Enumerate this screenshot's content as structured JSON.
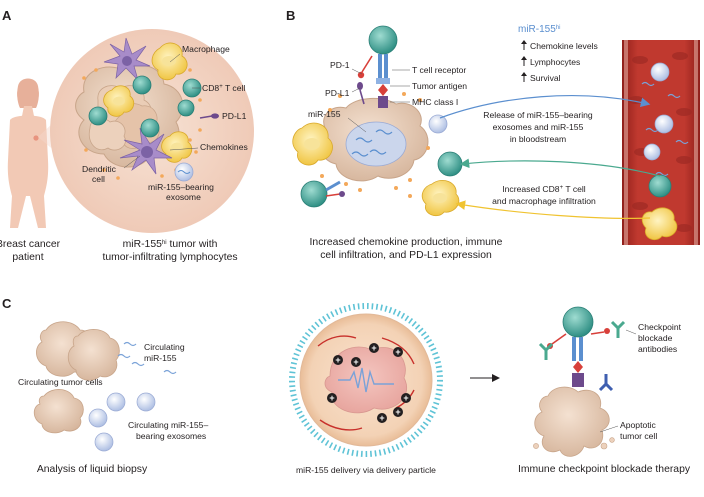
{
  "panels": {
    "a": {
      "letter": "A",
      "labels": {
        "macrophage": "Macrophage",
        "cd8": "CD8",
        "cd8_sup": "+",
        "cd8_rest": " T cell",
        "pdl1": "PD-L1",
        "chemokines": "Chemokines",
        "dendritic_1": "Dendritic",
        "dendritic_2": "cell",
        "exosome_1": "miR-155–bearing",
        "exosome_2": "exosome"
      },
      "caption_patient_1": "Breast cancer",
      "caption_patient_2": "patient",
      "caption_tumor_1a": "miR-155",
      "caption_tumor_1sup": "hi",
      "caption_tumor_1b": " tumor with",
      "caption_tumor_2": "tumor-infiltrating lymphocytes"
    },
    "b": {
      "letter": "B",
      "labels": {
        "pd1": "PD-1",
        "pdl1": "PD-L1",
        "tcr": "T cell receptor",
        "antigen": "Tumor antigen",
        "mhc": "MHC class I",
        "mir155": "miR-155"
      },
      "legend_title_a": "miR-155",
      "legend_title_sup": "hi",
      "legend_items": [
        "Chemokine levels",
        "Lymphocytes",
        "Survival"
      ],
      "release_1": "Release of miR-155–bearing",
      "release_2": "exosomes and miR-155",
      "release_3": "in bloodstream",
      "infiltration_1a": "Increased CD8",
      "infiltration_sup": "+",
      "infiltration_1b": " T cell",
      "infiltration_2": "and macrophage infiltration",
      "caption_1": "Increased chemokine production, immune",
      "caption_2": "cell infiltration, and PD-L1 expression"
    },
    "c": {
      "letter": "C",
      "labels": {
        "circ_mir_1": "Circulating",
        "circ_mir_2": "miR-155",
        "circ_cells": "Circulating tumor cells",
        "circ_exo_1": "Circulating miR-155–",
        "circ_exo_2": "bearing exosomes",
        "checkpoint_1": "Checkpoint",
        "checkpoint_2": "blockade",
        "checkpoint_3": "antibodies",
        "apoptotic_1": "Apoptotic",
        "apoptotic_2": "tumor cell"
      },
      "caption_liquid": "Analysis of liquid biopsy",
      "caption_delivery": "miR-155 delivery via delivery particle",
      "caption_therapy": "Immune checkpoint blockade therapy"
    }
  },
  "colors": {
    "tumor": "#e8cdb5",
    "tumor_dark": "#c9a58a",
    "tcell": "#3fa79a",
    "macrophage": "#f4d34a",
    "dendritic": "#9a7fbf",
    "exosome": "#c7d3ec",
    "vessel": "#b8342d",
    "arrow_blue": "#5b8fcf",
    "arrow_green": "#4aa98f",
    "arrow_yellow": "#f0c330"
  }
}
